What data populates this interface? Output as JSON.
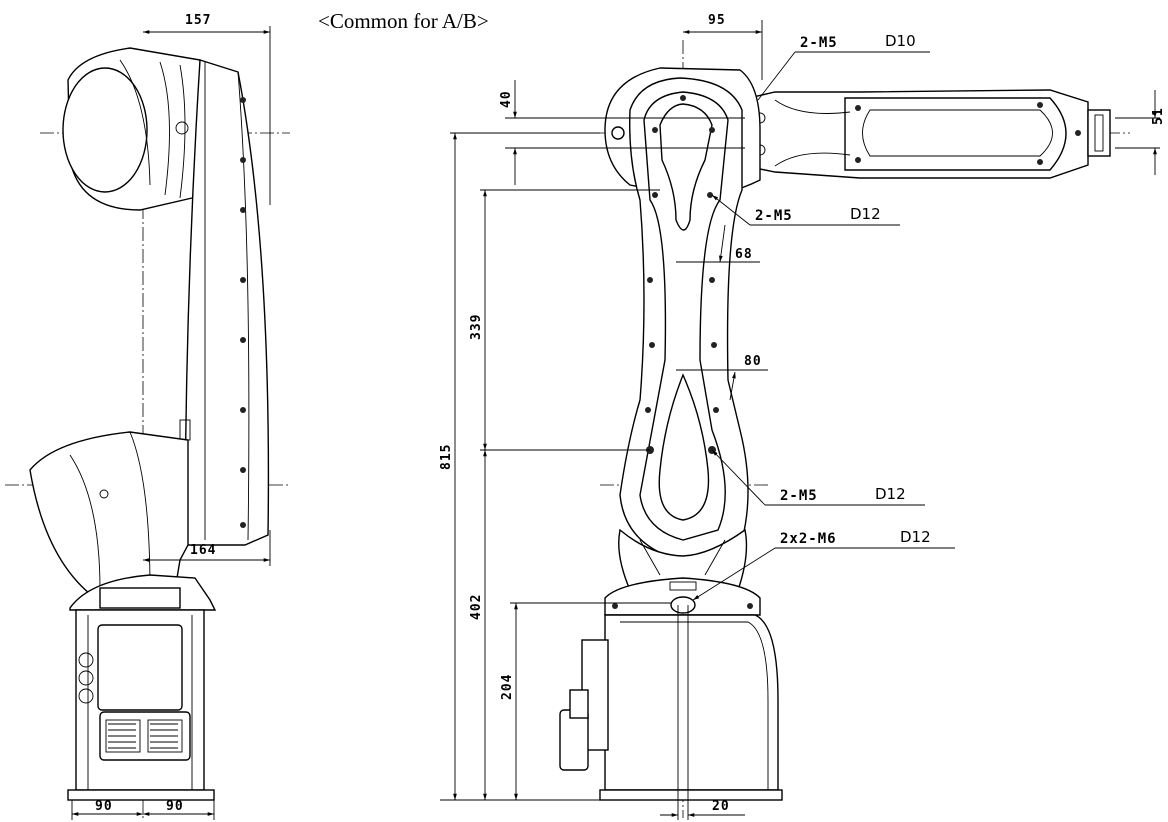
{
  "drawing": {
    "title": "<Common for A/B>",
    "dimensions": {
      "side_top_width": "157",
      "side_mid_width": "164",
      "side_base_left": "90",
      "side_base_right": "90",
      "front_top_offset": "95",
      "front_upper_height": "40",
      "front_tool_height": "51",
      "front_arm_width_upper": "68",
      "front_arm_width_lower": "80",
      "front_arm_length": "339",
      "front_total_height": "815",
      "front_base_height": "402",
      "front_base_lower": "204",
      "front_base_offset": "20"
    },
    "callouts": [
      {
        "thread": "2-M5",
        "depth": "D10"
      },
      {
        "thread": "2-M5",
        "depth": "D12"
      },
      {
        "thread": "2-M5",
        "depth": "D12"
      },
      {
        "thread": "2x2-M6",
        "depth": "D12"
      }
    ]
  }
}
